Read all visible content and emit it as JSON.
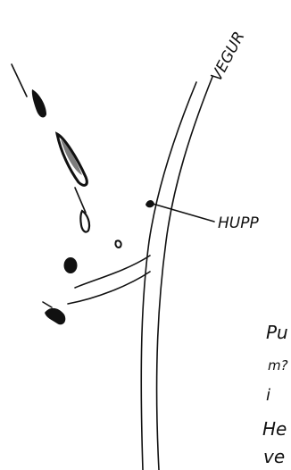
{
  "labels": {
    "road": "VEGUR",
    "bump": "HUPP"
  },
  "handwritten_note": {
    "line1": "Pu",
    "line2": "m?",
    "line3": "i",
    "line4": "He",
    "line5": "ve"
  },
  "colors": {
    "ink": "#111111",
    "paper": "#ffffff"
  }
}
